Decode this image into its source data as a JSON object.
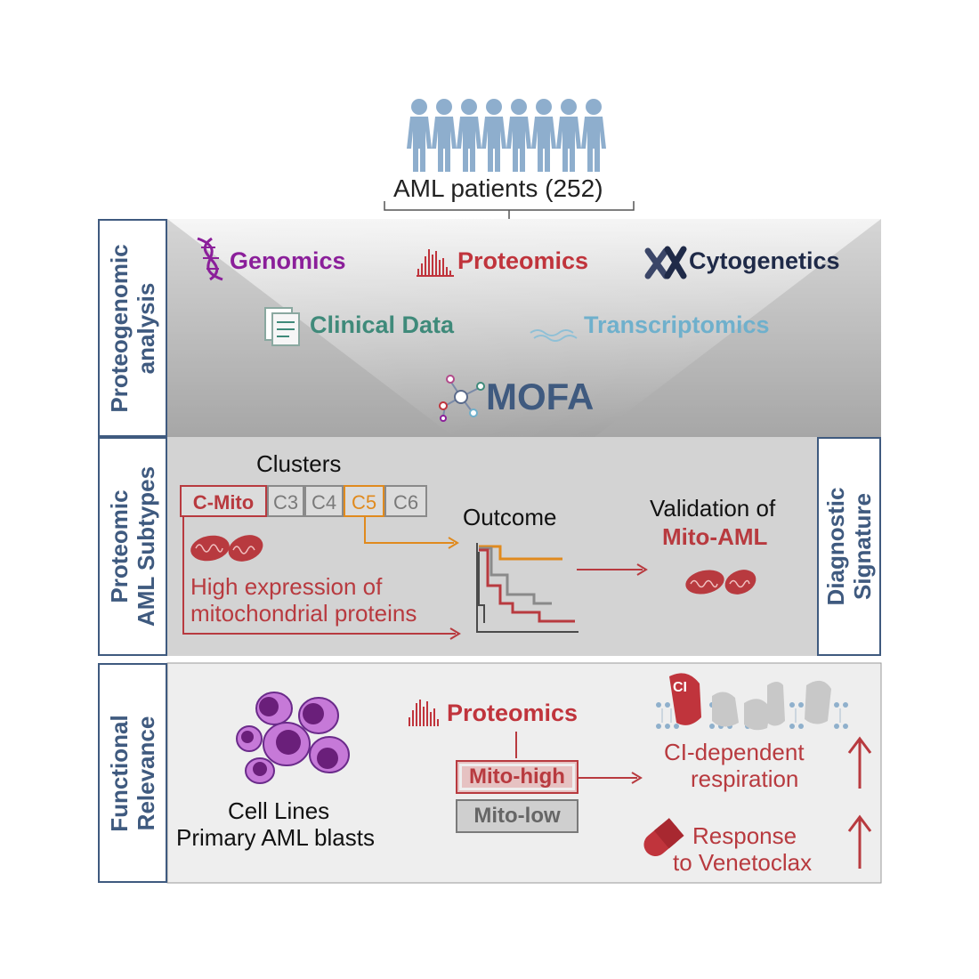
{
  "top": {
    "patients_label": "AML patients (252)"
  },
  "rows": {
    "analysis_label": "Proteogenomic\nanalysis",
    "subtypes_label": "Proteomic\nAML Subtypes",
    "functional_label": "Functional\nRelevance",
    "diagnostic_label": "Diagnostic\nSignature"
  },
  "omics": {
    "genomics": "Genomics",
    "proteomics": "Proteomics",
    "cytogenetics": "Cytogenetics",
    "clinical": "Clinical Data",
    "transcriptomics": "Transcriptomics",
    "mofa": "MOFA"
  },
  "clusters": {
    "title": "Clusters",
    "chips": [
      "C-Mito",
      "C3",
      "C4",
      "C5",
      "C6"
    ],
    "description_line1": "High expression of",
    "description_line2": "mitochondrial proteins"
  },
  "outcome": {
    "label": "Outcome"
  },
  "validation": {
    "line1": "Validation of",
    "line2": "Mito-AML"
  },
  "functional": {
    "cells_line1": "Cell Lines",
    "cells_line2": "Primary AML blasts",
    "proteomics": "Proteomics",
    "mito_high": "Mito-high",
    "mito_low": "Mito-low",
    "ci_label": "CI",
    "respiration_line1": "CI-dependent",
    "respiration_line2": "respiration",
    "response_line1": "Response",
    "response_line2": "to Venetoclax"
  },
  "colors": {
    "frame": "#3f5a7f",
    "genomics": "#8b1f9a",
    "proteomics": "#c0343c",
    "cytogenetics": "#1f2a48",
    "clinical": "#3f8a7a",
    "transcriptomics": "#6fb0cc",
    "mofa": "#3f5a7f",
    "mito": "#b83a3f",
    "c5": "#e08a1e"
  },
  "icons": [
    "people-icon",
    "dna-icon",
    "histogram-icon",
    "chromosome-icon",
    "clipboard-icon",
    "wave-icon",
    "network-icon",
    "mitochondria-icon",
    "survival-plot-icon",
    "cell-icon",
    "membrane-icon",
    "pill-icon",
    "up-arrow-icon"
  ]
}
